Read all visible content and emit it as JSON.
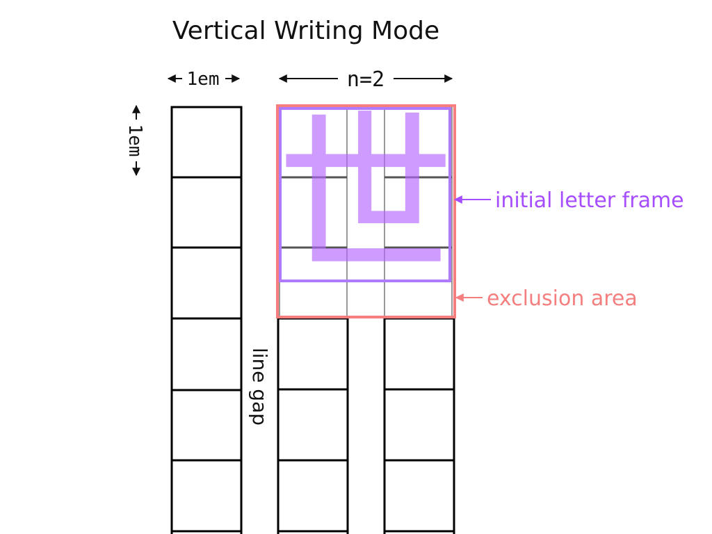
{
  "title": "Vertical Writing Mode",
  "dimension_labels": {
    "cell_width": "1em",
    "cell_height": "1em",
    "initial_span": "n=2"
  },
  "glyph": "世",
  "annotations": {
    "initial_letter_frame": "initial letter frame",
    "exclusion_area": "exclusion area",
    "line_gap": "line gap"
  },
  "colors": {
    "frame": "#a64dff",
    "frame_fill": "#c792ff",
    "exclusion": "#f57f7f",
    "grid": "#000000"
  }
}
